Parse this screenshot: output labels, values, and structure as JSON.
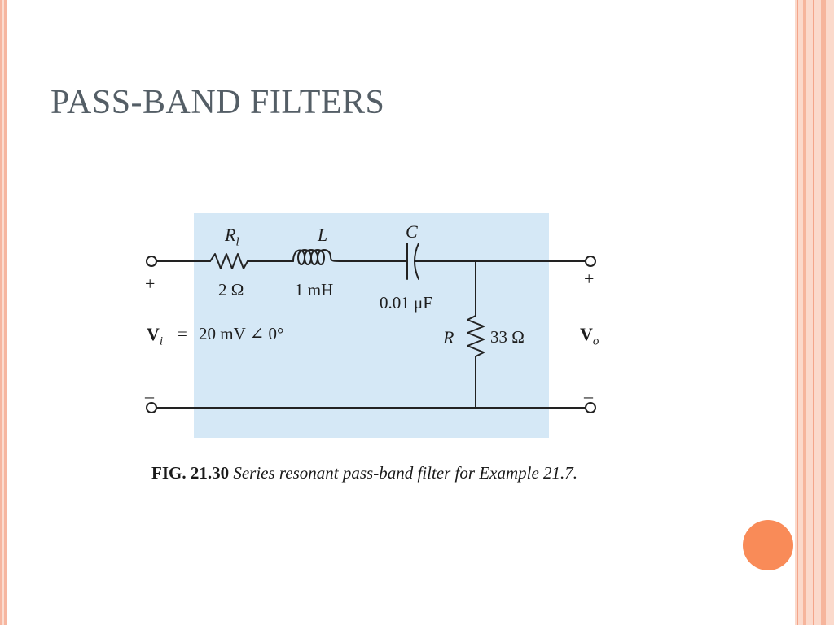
{
  "slide": {
    "title": "PASS-BAND FILTERS"
  },
  "circuit": {
    "rl": {
      "symbol": "R",
      "subscript": "l",
      "value": "2 Ω"
    },
    "l": {
      "symbol": "L",
      "value": "1 mH"
    },
    "c": {
      "symbol": "C",
      "value": "0.01 μF"
    },
    "r": {
      "symbol": "R",
      "value": "33 Ω"
    },
    "vi": {
      "symbol": "V",
      "subscript": "i",
      "equals": "=",
      "value": "20 mV ∠ 0°"
    },
    "vo": {
      "symbol": "V",
      "subscript": "o"
    },
    "plus": "+",
    "minus": "–"
  },
  "caption": {
    "fig": "FIG. 21.30",
    "text": "Series resonant pass-band filter for Example 21.7."
  },
  "colors": {
    "title": "#545e66",
    "panel": "#d5e8f6",
    "accent": "#f98b58",
    "border": "#f6b6a0"
  }
}
